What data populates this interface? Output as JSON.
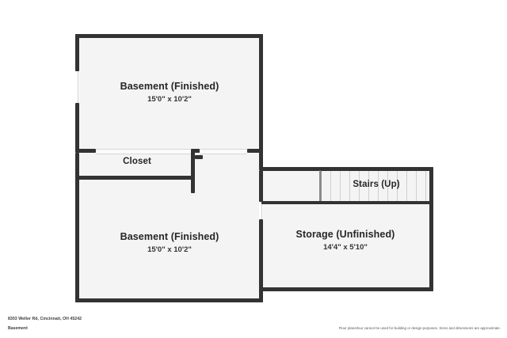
{
  "document": {
    "type": "floor-plan",
    "level_label": "Basement",
    "address": "8303 Weller Rd, Cincinnati, OH 45242",
    "disclaimer": "Floor plans/tour cannot be used for building or design purposes. Sizes and dimensions are approximate.",
    "colors": {
      "wall": "#333333",
      "room_fill": "#f4f4f4",
      "page_background": "#ffffff",
      "text": "#262626"
    }
  },
  "rooms": [
    {
      "id": "basement-upper",
      "name": "Basement (Finished)",
      "dimensions": "15'0\" x 10'2\""
    },
    {
      "id": "closet",
      "name": "Closet",
      "dimensions": ""
    },
    {
      "id": "basement-lower",
      "name": "Basement (Finished)",
      "dimensions": "15'0\" x 10'2\""
    },
    {
      "id": "stairs",
      "name": "Stairs (Up)",
      "dimensions": ""
    },
    {
      "id": "storage",
      "name": "Storage (Unfinished)",
      "dimensions": "14'4\" x 5'10\""
    }
  ]
}
